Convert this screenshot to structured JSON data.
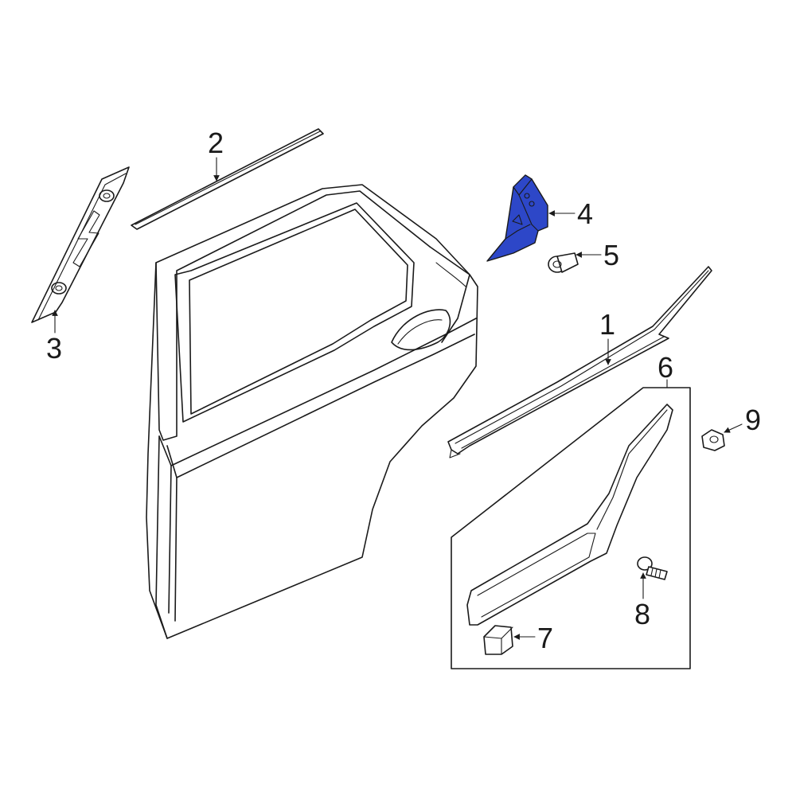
{
  "diagram": {
    "accent_color": "#2d47c8",
    "callouts": [
      {
        "id": "c1",
        "label": "1"
      },
      {
        "id": "c2",
        "label": "2"
      },
      {
        "id": "c3",
        "label": "3"
      },
      {
        "id": "c4",
        "label": "4"
      },
      {
        "id": "c5",
        "label": "5"
      },
      {
        "id": "c6",
        "label": "6"
      },
      {
        "id": "c7",
        "label": "7"
      },
      {
        "id": "c8",
        "label": "8"
      },
      {
        "id": "c9",
        "label": "9"
      }
    ]
  }
}
